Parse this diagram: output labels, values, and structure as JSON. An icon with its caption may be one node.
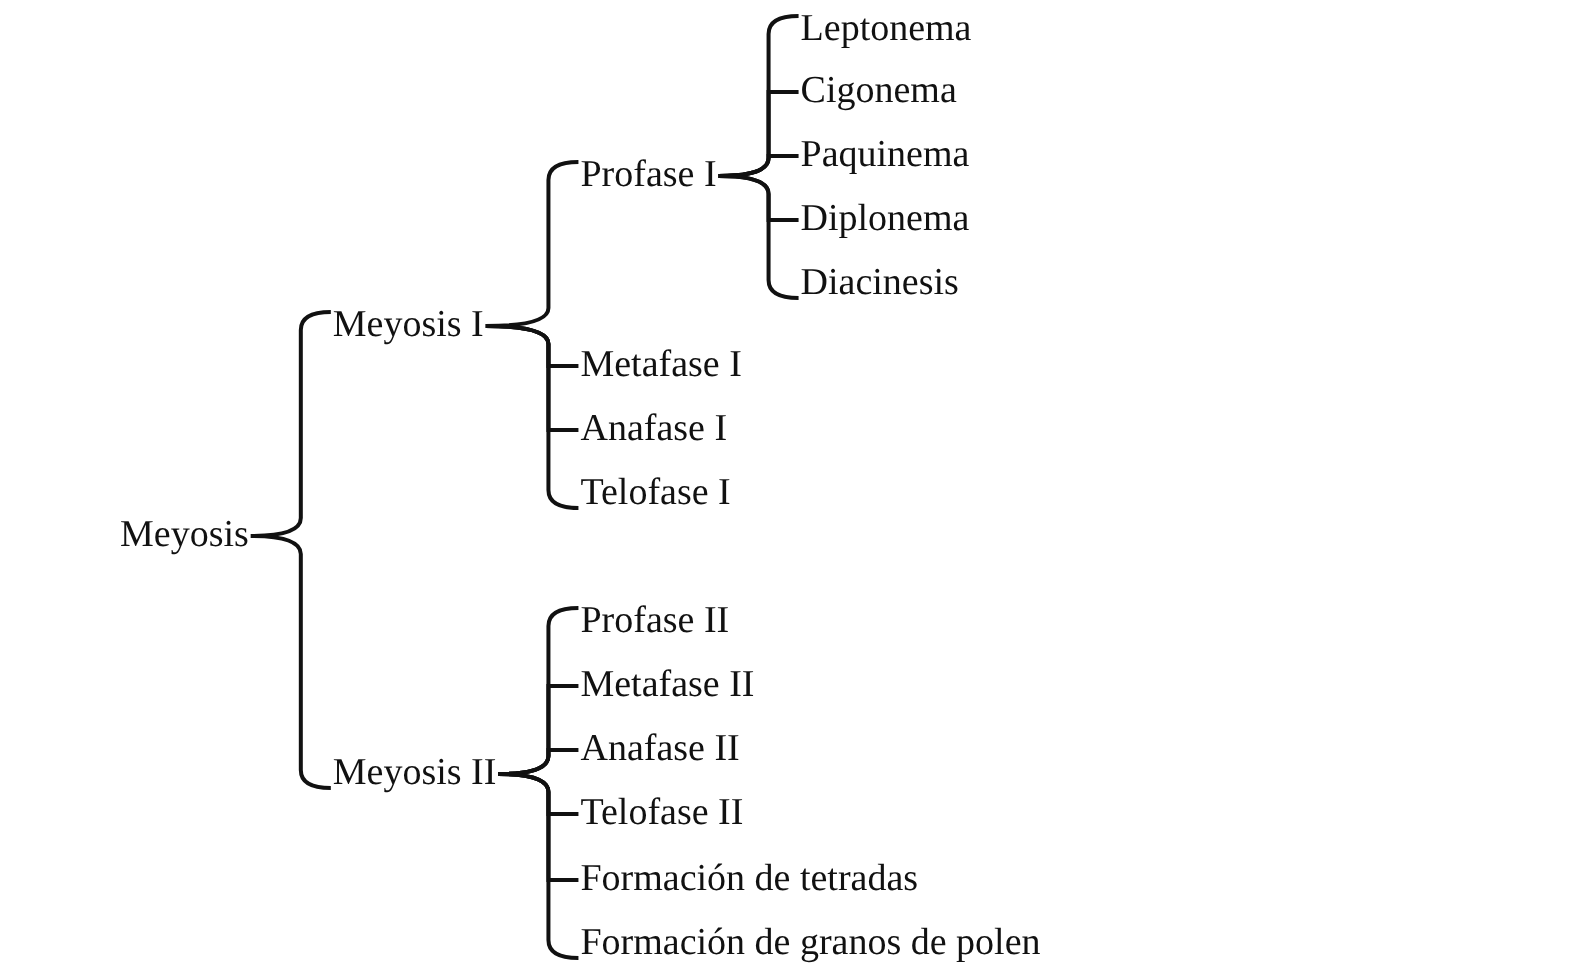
{
  "diagram": {
    "nodes": [
      {
        "text": [
          "Meyosis"
        ]
      },
      {
        "text": [
          "Meyosis I"
        ]
      },
      {
        "text": [
          "Profase I"
        ]
      },
      {
        "text": [
          "Leptonema"
        ]
      },
      {
        "text": [
          "Cigonema"
        ]
      },
      {
        "text": [
          "Paquinema"
        ]
      },
      {
        "text": [
          "Diplonema"
        ]
      },
      {
        "text": [
          "Diacinesis"
        ]
      },
      {
        "text": [
          "Metafase I"
        ]
      },
      {
        "text": [
          "Anafase I"
        ]
      },
      {
        "text": [
          "Telofase I"
        ]
      },
      {
        "text": [
          "Meyosis II"
        ]
      },
      {
        "text": [
          "Profase II"
        ]
      },
      {
        "text": [
          "Metafase II"
        ]
      },
      {
        "text": [
          "Anafase II"
        ]
      },
      {
        "text": [
          "Telofase II"
        ]
      },
      {
        "text": [
          "Formación de tetradas"
        ]
      },
      {
        "text": [
          "Formación de granos de polen"
        ]
      }
    ],
    "edges": [
      {
        "from": 0,
        "to": 1,
        "arrow": "none"
      },
      {
        "from": 0,
        "to": 11,
        "arrow": "none"
      },
      {
        "from": 1,
        "to": 2,
        "arrow": "none"
      },
      {
        "from": 1,
        "to": 8,
        "arrow": "none"
      },
      {
        "from": 1,
        "to": 9,
        "arrow": "none"
      },
      {
        "from": 1,
        "to": 10,
        "arrow": "none"
      },
      {
        "from": 2,
        "to": 3,
        "arrow": "none"
      },
      {
        "from": 2,
        "to": 4,
        "arrow": "none"
      },
      {
        "from": 2,
        "to": 5,
        "arrow": "none"
      },
      {
        "from": 2,
        "to": 6,
        "arrow": "none"
      },
      {
        "from": 2,
        "to": 7,
        "arrow": "none"
      },
      {
        "from": 11,
        "to": 12,
        "arrow": "none"
      },
      {
        "from": 11,
        "to": 13,
        "arrow": "none"
      },
      {
        "from": 11,
        "to": 14,
        "arrow": "none"
      },
      {
        "from": 11,
        "to": 15,
        "arrow": "none"
      },
      {
        "from": 11,
        "to": 16,
        "arrow": "none"
      },
      {
        "from": 11,
        "to": 17,
        "arrow": "none"
      }
    ]
  }
}
